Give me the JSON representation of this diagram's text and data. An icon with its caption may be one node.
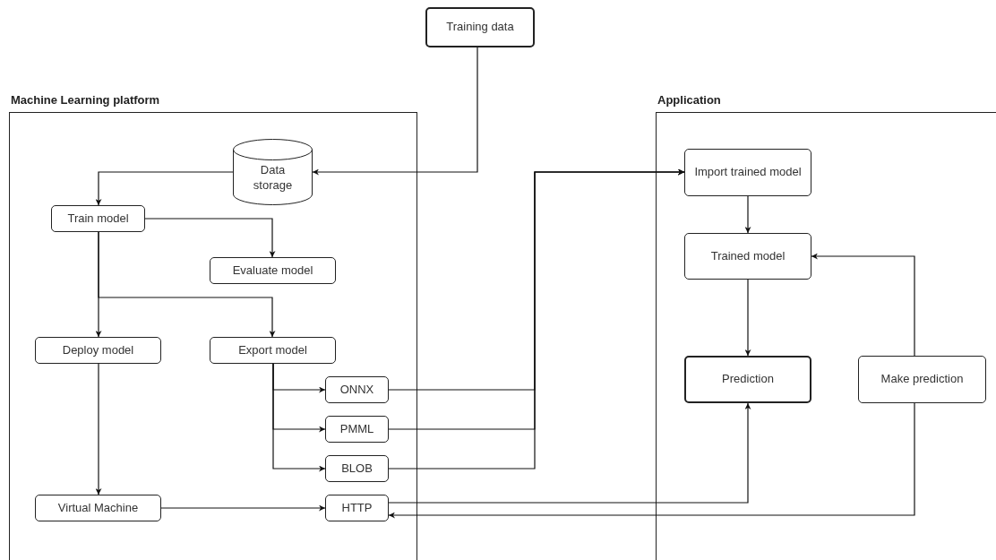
{
  "diagram": {
    "nodes": [
      {
        "text": [
          "Training data"
        ]
      },
      {
        "text": [
          "Machine Learning platform"
        ]
      },
      {
        "text": [
          "Data storage"
        ],
        "in": 1
      },
      {
        "text": [
          "Train model"
        ],
        "in": 1
      },
      {
        "text": [
          "Evaluate model"
        ],
        "in": 1
      },
      {
        "text": [
          "Deploy model"
        ],
        "in": 1
      },
      {
        "text": [
          "Export model"
        ],
        "in": 1
      },
      {
        "text": [
          "ONNX"
        ],
        "in": 1
      },
      {
        "text": [
          "PMML"
        ],
        "in": 1
      },
      {
        "text": [
          "BLOB"
        ],
        "in": 1
      },
      {
        "text": [
          "Virtual Machine"
        ],
        "in": 1
      },
      {
        "text": [
          "HTTP"
        ],
        "in": 1
      },
      {
        "text": [
          "Application"
        ]
      },
      {
        "text": [
          "Import trained model"
        ],
        "in": 12
      },
      {
        "text": [
          "Trained model"
        ],
        "in": 12
      },
      {
        "text": [
          "Prediction"
        ],
        "in": 12
      },
      {
        "text": [
          "Make prediction"
        ],
        "in": 12
      }
    ],
    "edges": [
      {
        "from": 0,
        "to": 2,
        "arrow": "to"
      },
      {
        "from": 2,
        "to": 3,
        "arrow": "to"
      },
      {
        "from": 3,
        "to": 4,
        "arrow": "to"
      },
      {
        "from": 3,
        "to": 5,
        "arrow": "to"
      },
      {
        "from": 3,
        "to": 6,
        "arrow": "to"
      },
      {
        "from": 5,
        "to": 10,
        "arrow": "to"
      },
      {
        "from": 6,
        "to": 7,
        "arrow": "to"
      },
      {
        "from": 6,
        "to": 8,
        "arrow": "to"
      },
      {
        "from": 6,
        "to": 9,
        "arrow": "to"
      },
      {
        "from": 7,
        "to": 13,
        "arrow": "to"
      },
      {
        "from": 8,
        "to": 13,
        "arrow": "to"
      },
      {
        "from": 9,
        "to": 13,
        "arrow": "to"
      },
      {
        "from": 10,
        "to": 11,
        "arrow": "to"
      },
      {
        "from": 11,
        "to": 15,
        "arrow": "to"
      },
      {
        "from": 16,
        "to": 11,
        "arrow": "to"
      },
      {
        "from": 13,
        "to": 14,
        "arrow": "to"
      },
      {
        "from": 14,
        "to": 15,
        "arrow": "to"
      },
      {
        "from": 16,
        "to": 14,
        "arrow": "to"
      }
    ]
  }
}
